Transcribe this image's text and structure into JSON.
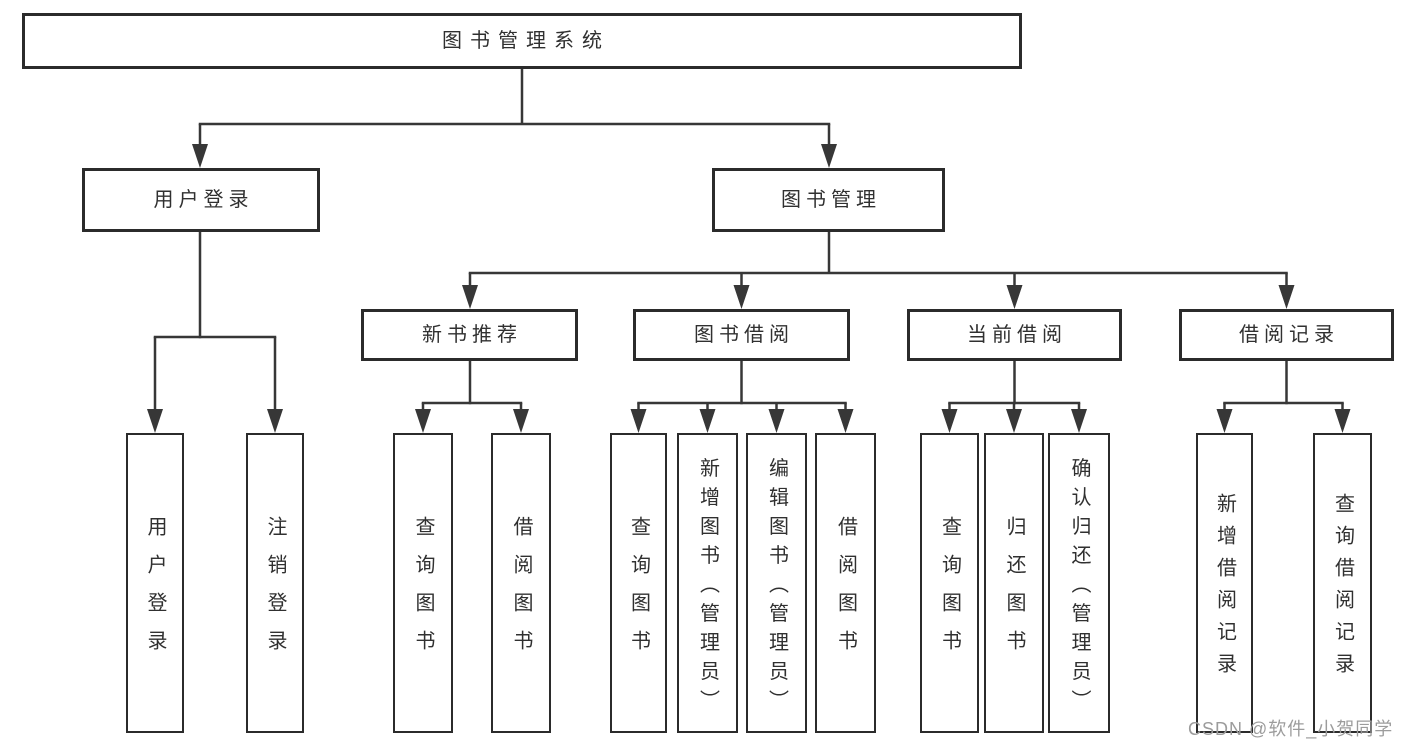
{
  "title": "图书管理系统",
  "watermark": {
    "text": "CSDN @软件_小贺同学"
  },
  "colors": {
    "background": "#ffffff",
    "box_border": "#2b2b2b",
    "connector_line": "#373737",
    "text": "#303030",
    "watermark": "#9c9c9c"
  },
  "tree": {
    "label": "图书管理系统",
    "children": [
      {
        "label": "用户登录",
        "children": [
          {
            "label": "用户登录"
          },
          {
            "label": "注销登录"
          }
        ]
      },
      {
        "label": "图书管理",
        "children": [
          {
            "label": "新书推荐",
            "children": [
              {
                "label": "查询图书"
              },
              {
                "label": "借阅图书"
              }
            ]
          },
          {
            "label": "图书借阅",
            "children": [
              {
                "label": "查询图书"
              },
              {
                "label": "新增图书（管理员）"
              },
              {
                "label": "编辑图书（管理员）"
              },
              {
                "label": "借阅图书"
              }
            ]
          },
          {
            "label": "当前借阅",
            "children": [
              {
                "label": "查询图书"
              },
              {
                "label": "归还图书"
              },
              {
                "label": "确认归还（管理员）"
              }
            ]
          },
          {
            "label": "借阅记录",
            "children": [
              {
                "label": "新增借阅记录"
              },
              {
                "label": "查询借阅记录"
              }
            ]
          }
        ]
      }
    ]
  }
}
